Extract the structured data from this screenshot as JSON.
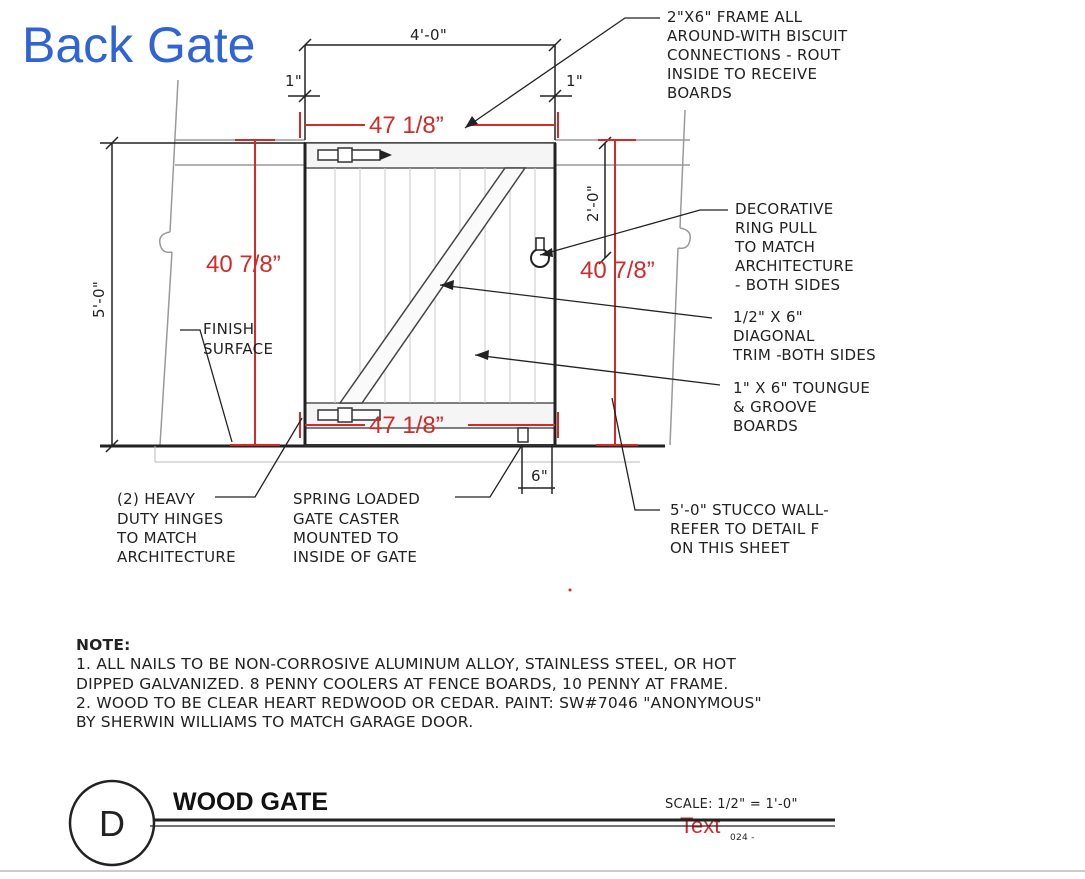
{
  "title": "Back Gate",
  "colors": {
    "title": "#2f63d6",
    "redline": "#d32a2a",
    "ink": "#222222"
  },
  "dims": {
    "top_width": "4'-0\"",
    "left_offset": "1\"",
    "right_offset": "1\"",
    "height": "5'-0\"",
    "ring_height": "2'-0\"",
    "caster_offset": "6\""
  },
  "redlines": {
    "top_inner": "47 1/8”",
    "bottom_inner": "47 1/8”",
    "left_height": "40 7/8”",
    "right_height": "40 7/8”",
    "stray_text": "Text"
  },
  "callouts": {
    "frame": [
      "2\"X6\" FRAME ALL",
      "AROUND-WITH BISCUIT",
      "CONNECTIONS - ROUT",
      "INSIDE TO RECEIVE",
      "BOARDS"
    ],
    "ring": [
      "DECORATIVE",
      "RING PULL",
      "TO MATCH",
      "ARCHITECTURE",
      "- BOTH SIDES"
    ],
    "trim": [
      "1/2\" X 6\"",
      "DIAGONAL",
      "TRIM -BOTH SIDES"
    ],
    "boards": [
      "1\" X 6\" TOUNGUE",
      "& GROOVE",
      "BOARDS"
    ],
    "finish": [
      "FINISH",
      "SURFACE"
    ],
    "hinges": [
      "(2) HEAVY",
      "DUTY HINGES",
      "TO MATCH",
      "ARCHITECTURE"
    ],
    "caster": [
      "SPRING LOADED",
      "GATE CASTER",
      "MOUNTED TO",
      "INSIDE OF GATE"
    ],
    "wall": [
      "5'-0\" STUCCO WALL-",
      "REFER TO DETAIL F",
      "ON THIS SHEET"
    ]
  },
  "notes": {
    "heading": "NOTE:",
    "lines": [
      "1.   ALL NAILS TO BE NON-CORROSIVE ALUMINUM ALLOY, STAINLESS STEEL, OR HOT",
      "DIPPED GALVANIZED. 8 PENNY COOLERS AT FENCE BOARDS, 10 PENNY AT FRAME.",
      "2.   WOOD TO BE CLEAR HEART REDWOOD OR CEDAR. PAINT: SW#7046 \"ANONYMOUS\"",
      "BY SHERWIN WILLIAMS TO MATCH GARAGE DOOR."
    ]
  },
  "title_block": {
    "detail_letter": "D",
    "drawing_title": "WOOD GATE",
    "scale": "SCALE: 1/2\" = 1'-0\"",
    "sheet_ref": "024 -"
  }
}
